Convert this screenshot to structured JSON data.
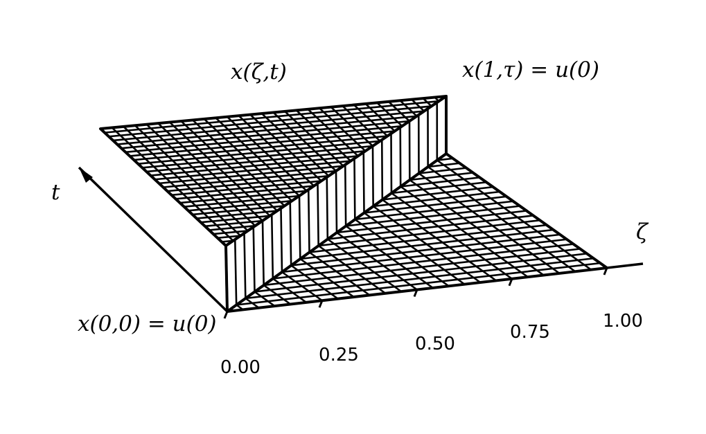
{
  "labels": {
    "surface": "x(ζ,t)",
    "boundary_right": "x(1,τ) = u(0)",
    "boundary_origin": "x(0,0) = u(0)",
    "t_axis": "t",
    "zeta_axis": "ζ"
  },
  "zeta_ticks": [
    "0.00",
    "0.25",
    "0.50",
    "0.75",
    "1.00"
  ],
  "grid": {
    "upper_lines": 30,
    "lower_lines": 24,
    "riser_lines": 24
  },
  "colors": {
    "line": "#000000",
    "background": "#ffffff"
  }
}
